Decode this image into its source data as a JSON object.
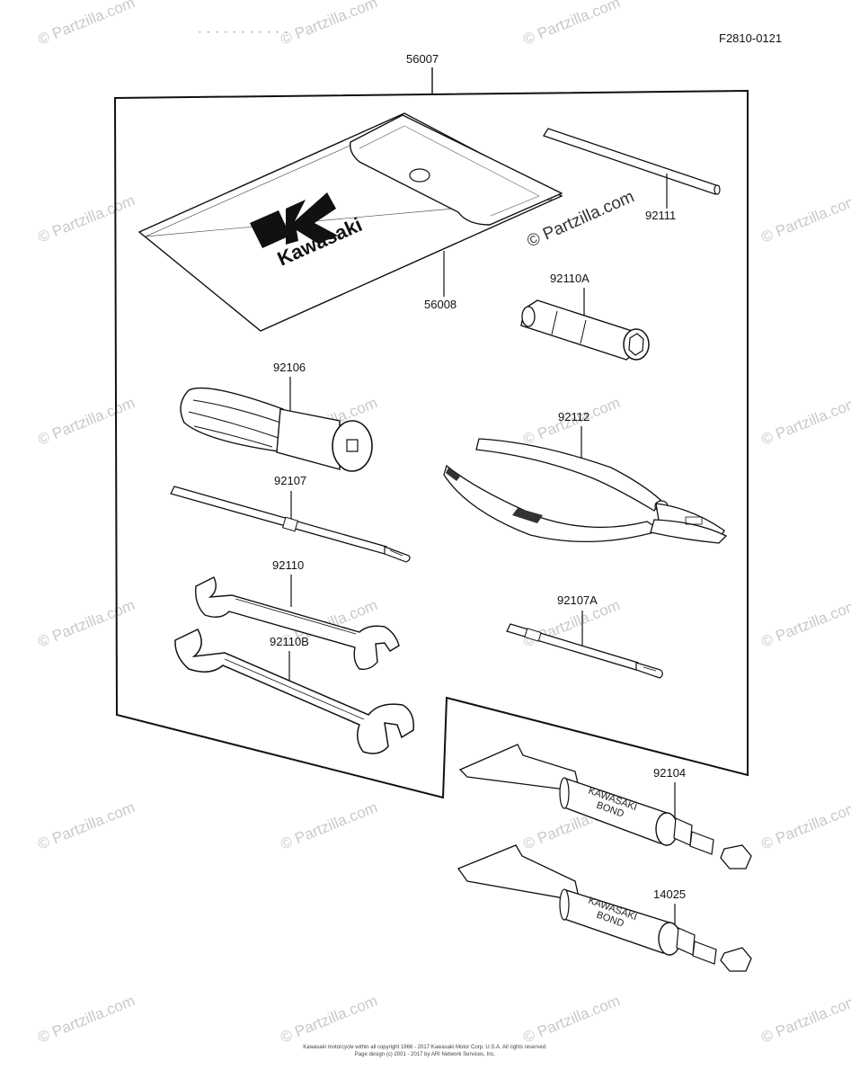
{
  "figure_code": "F2810-0121",
  "header_scan": "- -  -  -  -  -  -   -  -   -   -",
  "callouts": {
    "kit": "56007",
    "pouch": "56008",
    "rod": "92111",
    "plug_wrench": "92110A",
    "screwdriver_handle": "92106",
    "pliers": "92112",
    "screwdriver_blade": "92107",
    "wrench_small": "92110",
    "wrench_large": "92110B",
    "screwdriver_small": "92107A",
    "bond_tube_upper": "92104",
    "bond_tube_lower": "14025"
  },
  "pouch_logo": "Kawasaki",
  "tube_labels": {
    "upper_line1": "KAWASAKI",
    "upper_line2": "BOND",
    "lower_line1": "KAWASAKI",
    "lower_line2": "BOND"
  },
  "watermark": "© Partzilla.com",
  "watermark_main": "© Partzilla.com",
  "footer": {
    "line1": "Kawasaki motorcycle within all copyright 1966 - 2017 Kawasaki Motor Corp. U.S.A. All rights reserved.",
    "line2": "Page design (c) 2001 - 2017 by ARI Network Services, Inc."
  }
}
